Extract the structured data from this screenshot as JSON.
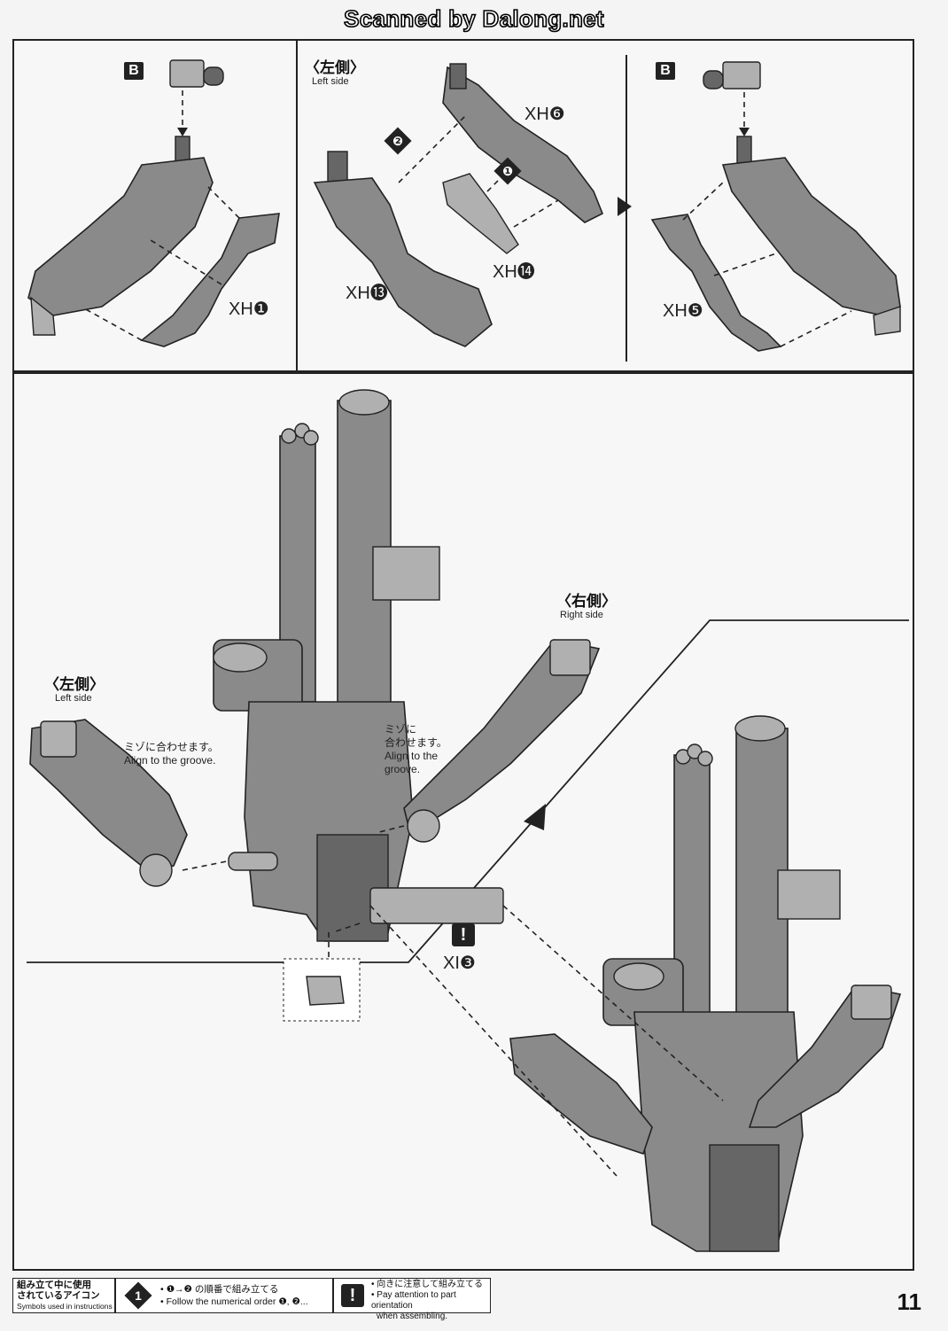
{
  "watermark": "Scanned by Dalong.net",
  "top": {
    "panel1": {
      "b_label": "B",
      "part": "XH❶"
    },
    "panel2": {
      "side_jp": "〈左側〉",
      "side_en": "Left side",
      "step2": "❷",
      "step1": "❶",
      "part_a": "XH❻",
      "part_b": "XH⓭",
      "part_c": "XH⓮"
    },
    "panel3": {
      "b_label": "B",
      "part": "XH❺"
    }
  },
  "main": {
    "right_side_jp": "〈右側〉",
    "right_side_en": "Right side",
    "left_side_jp": "〈左側〉",
    "left_side_en": "Left side",
    "groove_left_jp": "ミゾに合わせます。",
    "groove_left_en": "Align to the groove.",
    "groove_right_jp_1": "ミゾに",
    "groove_right_jp_2": "合わせます。",
    "groove_right_en_1": "Align to the",
    "groove_right_en_2": "groove.",
    "caution": "!",
    "part_xi": "XI❸"
  },
  "legend": {
    "title_jp_1": "組み立て中に使用",
    "title_jp_2": "されているアイコン",
    "title_en": "Symbols used in instructions",
    "step_icon": "1",
    "step_jp": "• ❶→❷ の順番で組み立てる",
    "step_en": "• Follow the numerical order ❶, ❷...",
    "caution_icon": "!",
    "caution_jp": "• 向きに注意して組み立てる",
    "caution_en_1": "• Pay attention to part orientation",
    "caution_en_2": "when assembling."
  },
  "page_number": "11"
}
